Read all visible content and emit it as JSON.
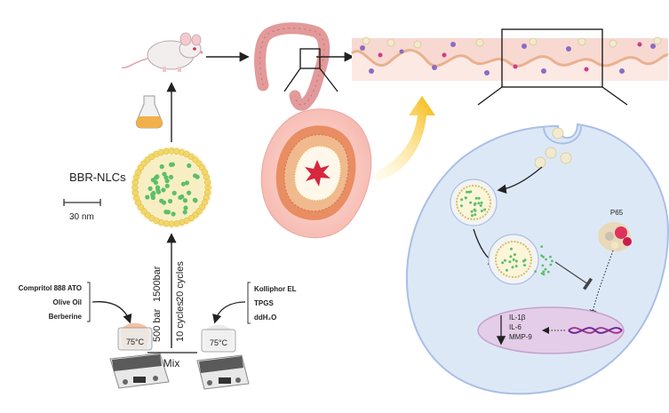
{
  "labels": {
    "bbr_nlcs": "BBR-NLCs",
    "scale": "30 nm",
    "p65": "P65",
    "mix": "Mix",
    "pressure_1500": "1500bar",
    "cycles_20": "20 cycles",
    "pressure_500": "500 bar",
    "cycles_10": "10 cycles",
    "temp_left": "75°C",
    "temp_right": "75°C"
  },
  "ingredients_left": [
    "Compritol 888 ATO",
    "Olive Oil",
    "Berberine"
  ],
  "ingredients_right": [
    "Kolliphor EL",
    "TPGS",
    "ddH₂O"
  ],
  "cytokines": [
    "IL-1β",
    "IL-6",
    "MMP-9"
  ],
  "colors": {
    "lipid_shell": "#f4e7a6",
    "drug_dot": "#5cbf6a",
    "colon": "#e29a9a",
    "cell": "#dde8f7",
    "cell_border": "#a9bfe6",
    "nucleus": "#e4cde8",
    "arrow_yellow": "#f5b400",
    "inflam_star": "#d7263d"
  }
}
